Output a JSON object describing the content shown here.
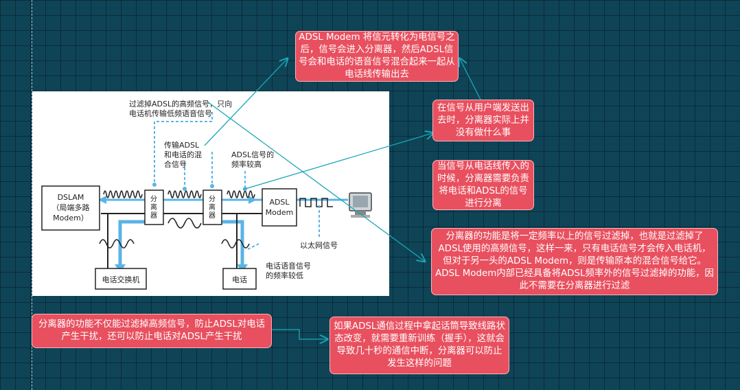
{
  "diagram": {
    "annotation_top": "过滤掉ADSL的高频信号，只向\n电话机传输低频语音信号",
    "label_mixed": "传输ADSL\n和电话的混\n合信号",
    "label_adsl_high": "ADSL信号的\n频率较高",
    "dslam": "DSLAM\n（局端多路\nModem）",
    "splitter_left": "分\n离\n器",
    "splitter_right": "分\n离\n器",
    "adsl_modem": "ADSL\nModem",
    "ethernet": "以太网信号",
    "phone_switch": "电话交换机",
    "phone": "电话",
    "voice_low": "电话语音信号\n的频率较低"
  },
  "notes": {
    "n1": "ADSL Modem 将信元转化为电信号之后，信号会进入分离器，然后ADSL信号会和电话的语音信号混合起来一起从电话线传输出去",
    "n2": "在信号从用户端发送出去时，分离器实际上并没有做什么事",
    "n3": "当信号从电话线传入的时候，分离器需要负责将电话和ADSL的信号进行分离",
    "n4": "分离器的功能是将一定频率以上的信号过滤掉，也就是过滤掉了ADSL使用的高频信号，这样一来，只有电话信号才会传入电话机，但对于另一头的ADSL Modem，则是传输原本的混合信号给它。ADSL Modem内部已经具备将ADSL频率外的信号过滤掉的功能，因此不需要在分离器进行过滤",
    "n5": "分离器的功能不仅能过滤掉高频信号，防止ADSL对电话产生干扰，还可以防止电话对ADSL产生干扰",
    "n6": "如果ADSL通信过程中拿起话筒导致线路状态改变，就需要重新训练（握手），这就会导致几十秒的通信中断，分离器可以防止发生这样的问题"
  },
  "colors": {
    "background": "#0f4457",
    "note_fill": "#e8505f",
    "signal_blue": "#5ab4e5",
    "connector": "#1aa6b7"
  }
}
